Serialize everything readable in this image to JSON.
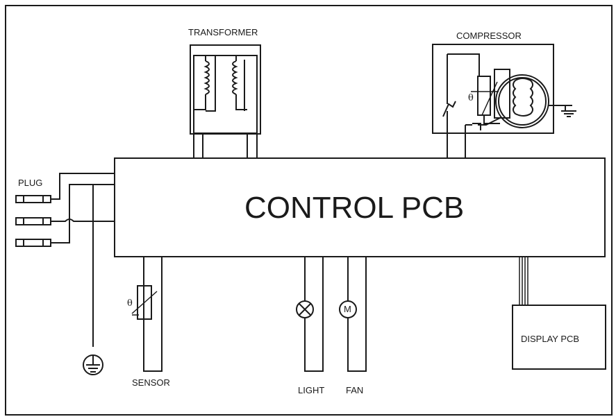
{
  "labels": {
    "transformer": "TRANSFORMER",
    "compressor": "COMPRESSOR",
    "plug": "PLUG",
    "control_pcb": "CONTROL PCB",
    "sensor": "SENSOR",
    "light": "LIGHT",
    "fan": "FAN",
    "display_pcb": "DISPLAY PCB",
    "motor_symbol": "M",
    "theta": "θ"
  },
  "colors": {
    "stroke": "#1a1a1a",
    "background": "#ffffff"
  }
}
